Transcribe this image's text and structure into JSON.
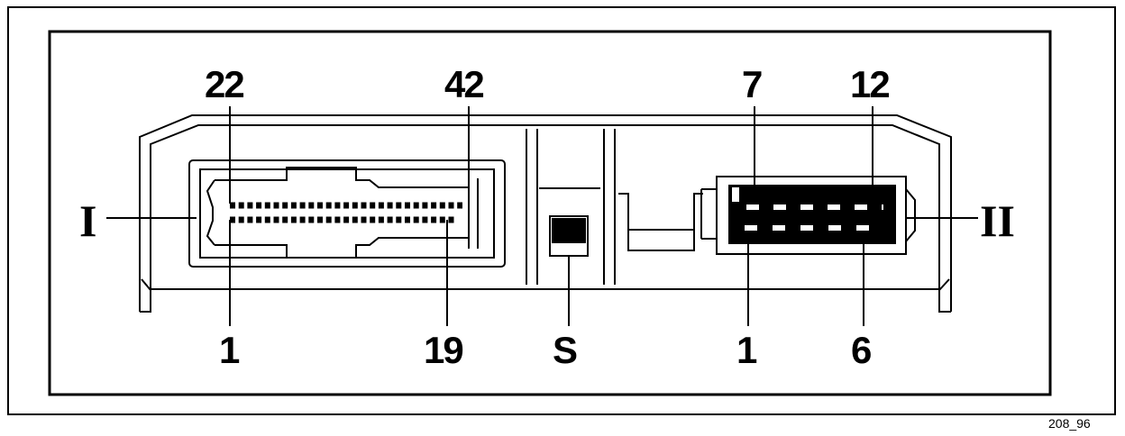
{
  "figure_ref": "208_96",
  "connector_1": {
    "marker": "I",
    "pin_top_left": "22",
    "pin_top_right": "42",
    "pin_bottom_left": "1",
    "pin_bottom_right": "19"
  },
  "switch": {
    "marker": "S"
  },
  "connector_2": {
    "marker": "II",
    "pin_top_left": "7",
    "pin_top_right": "12",
    "pin_bottom_left": "1",
    "pin_bottom_right": "6"
  }
}
